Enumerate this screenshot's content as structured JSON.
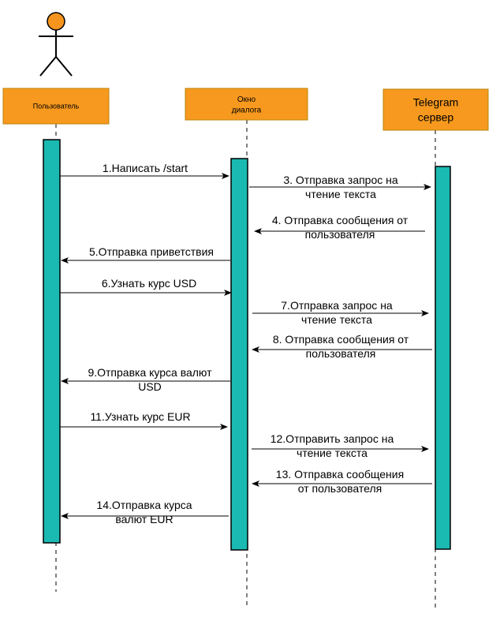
{
  "colors": {
    "actor_fill": "#F5951E",
    "actor_stroke": "#000000",
    "box_fill": "#F7991E",
    "box_stroke": "#B8860B",
    "activation_fill": "#1AB9B1",
    "activation_stroke": "#000000",
    "line": "#000000"
  },
  "participants": [
    {
      "id": "user",
      "icon": "stick-figure-actor",
      "label_lines": [
        "Пользователь"
      ]
    },
    {
      "id": "dialog",
      "label_lines": [
        "Окно",
        "диалога"
      ]
    },
    {
      "id": "server",
      "label_lines": [
        "Telegram",
        "сервер"
      ]
    }
  ],
  "messages": [
    {
      "from": "user",
      "to": "dialog",
      "label_lines": [
        "1.Написать /start"
      ]
    },
    {
      "from": "dialog",
      "to": "server",
      "label_lines": [
        "3. Отправка запрос на",
        "чтение текста"
      ]
    },
    {
      "from": "server",
      "to": "dialog",
      "label_lines": [
        "4. Отправка сообщения от",
        "пользователя"
      ]
    },
    {
      "from": "dialog",
      "to": "user",
      "label_lines": [
        "5.Отправка приветствия"
      ]
    },
    {
      "from": "user",
      "to": "dialog",
      "label_lines": [
        "6.Узнать курс USD"
      ]
    },
    {
      "from": "dialog",
      "to": "server",
      "label_lines": [
        "7.Отправка запрос на",
        "чтение текста"
      ]
    },
    {
      "from": "server",
      "to": "dialog",
      "label_lines": [
        "8. Отправка сообщения от",
        "пользователя"
      ]
    },
    {
      "from": "dialog",
      "to": "user",
      "label_lines": [
        "9.Отправка курса валют",
        "USD"
      ]
    },
    {
      "from": "user",
      "to": "dialog",
      "label_lines": [
        "11.Узнать курс EUR"
      ]
    },
    {
      "from": "dialog",
      "to": "server",
      "label_lines": [
        "12.Отправить запрос на",
        "чтение текста"
      ]
    },
    {
      "from": "server",
      "to": "dialog",
      "label_lines": [
        "13. Отправка сообщения",
        "от пользователя"
      ]
    },
    {
      "from": "dialog",
      "to": "user",
      "label_lines": [
        "14.Отправка курса",
        "валют EUR"
      ]
    }
  ]
}
